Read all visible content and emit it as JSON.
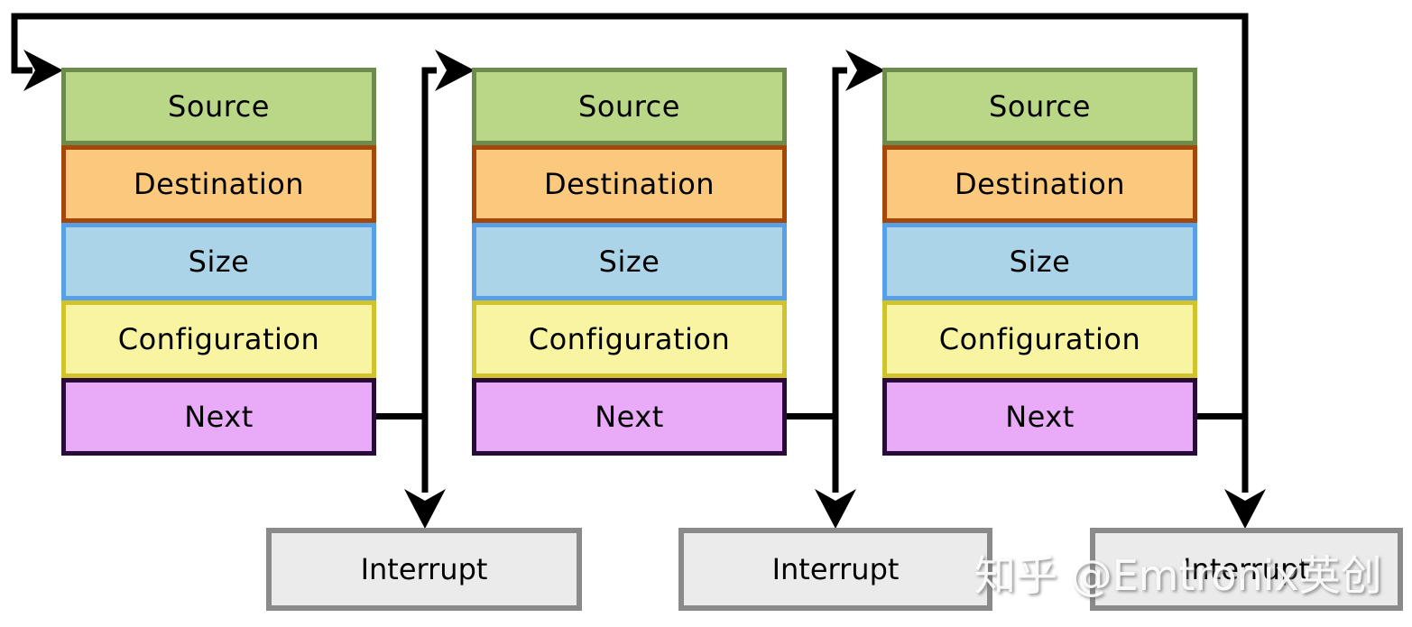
{
  "diagram": {
    "blocks": [
      {
        "name": "descriptor-1",
        "rows": [
          {
            "label": "Source"
          },
          {
            "label": "Destination"
          },
          {
            "label": "Size"
          },
          {
            "label": "Configuration"
          },
          {
            "label": "Next"
          }
        ]
      },
      {
        "name": "descriptor-2",
        "rows": [
          {
            "label": "Source"
          },
          {
            "label": "Destination"
          },
          {
            "label": "Size"
          },
          {
            "label": "Configuration"
          },
          {
            "label": "Next"
          }
        ]
      },
      {
        "name": "descriptor-3",
        "rows": [
          {
            "label": "Source"
          },
          {
            "label": "Destination"
          },
          {
            "label": "Size"
          },
          {
            "label": "Configuration"
          },
          {
            "label": "Next"
          }
        ]
      }
    ],
    "interrupts": [
      {
        "label": "Interrupt"
      },
      {
        "label": "Interrupt"
      },
      {
        "label": "Interrupt"
      }
    ],
    "colors": {
      "source_fill": "#b9d787",
      "source_border": "#6e8b4e",
      "destination_fill": "#fbc97d",
      "destination_border": "#a54708",
      "size_fill": "#abd4e9",
      "size_border": "#57a0e8",
      "configuration_fill": "#f8f4a2",
      "configuration_border": "#d0c32e",
      "next_fill": "#e9aaf8",
      "next_border": "#2a0a38",
      "interrupt_fill": "#ebebeb",
      "interrupt_border": "#8a8a8a",
      "connector": "#000000"
    }
  },
  "watermark": {
    "text": "知乎 @Emtronix英创"
  }
}
